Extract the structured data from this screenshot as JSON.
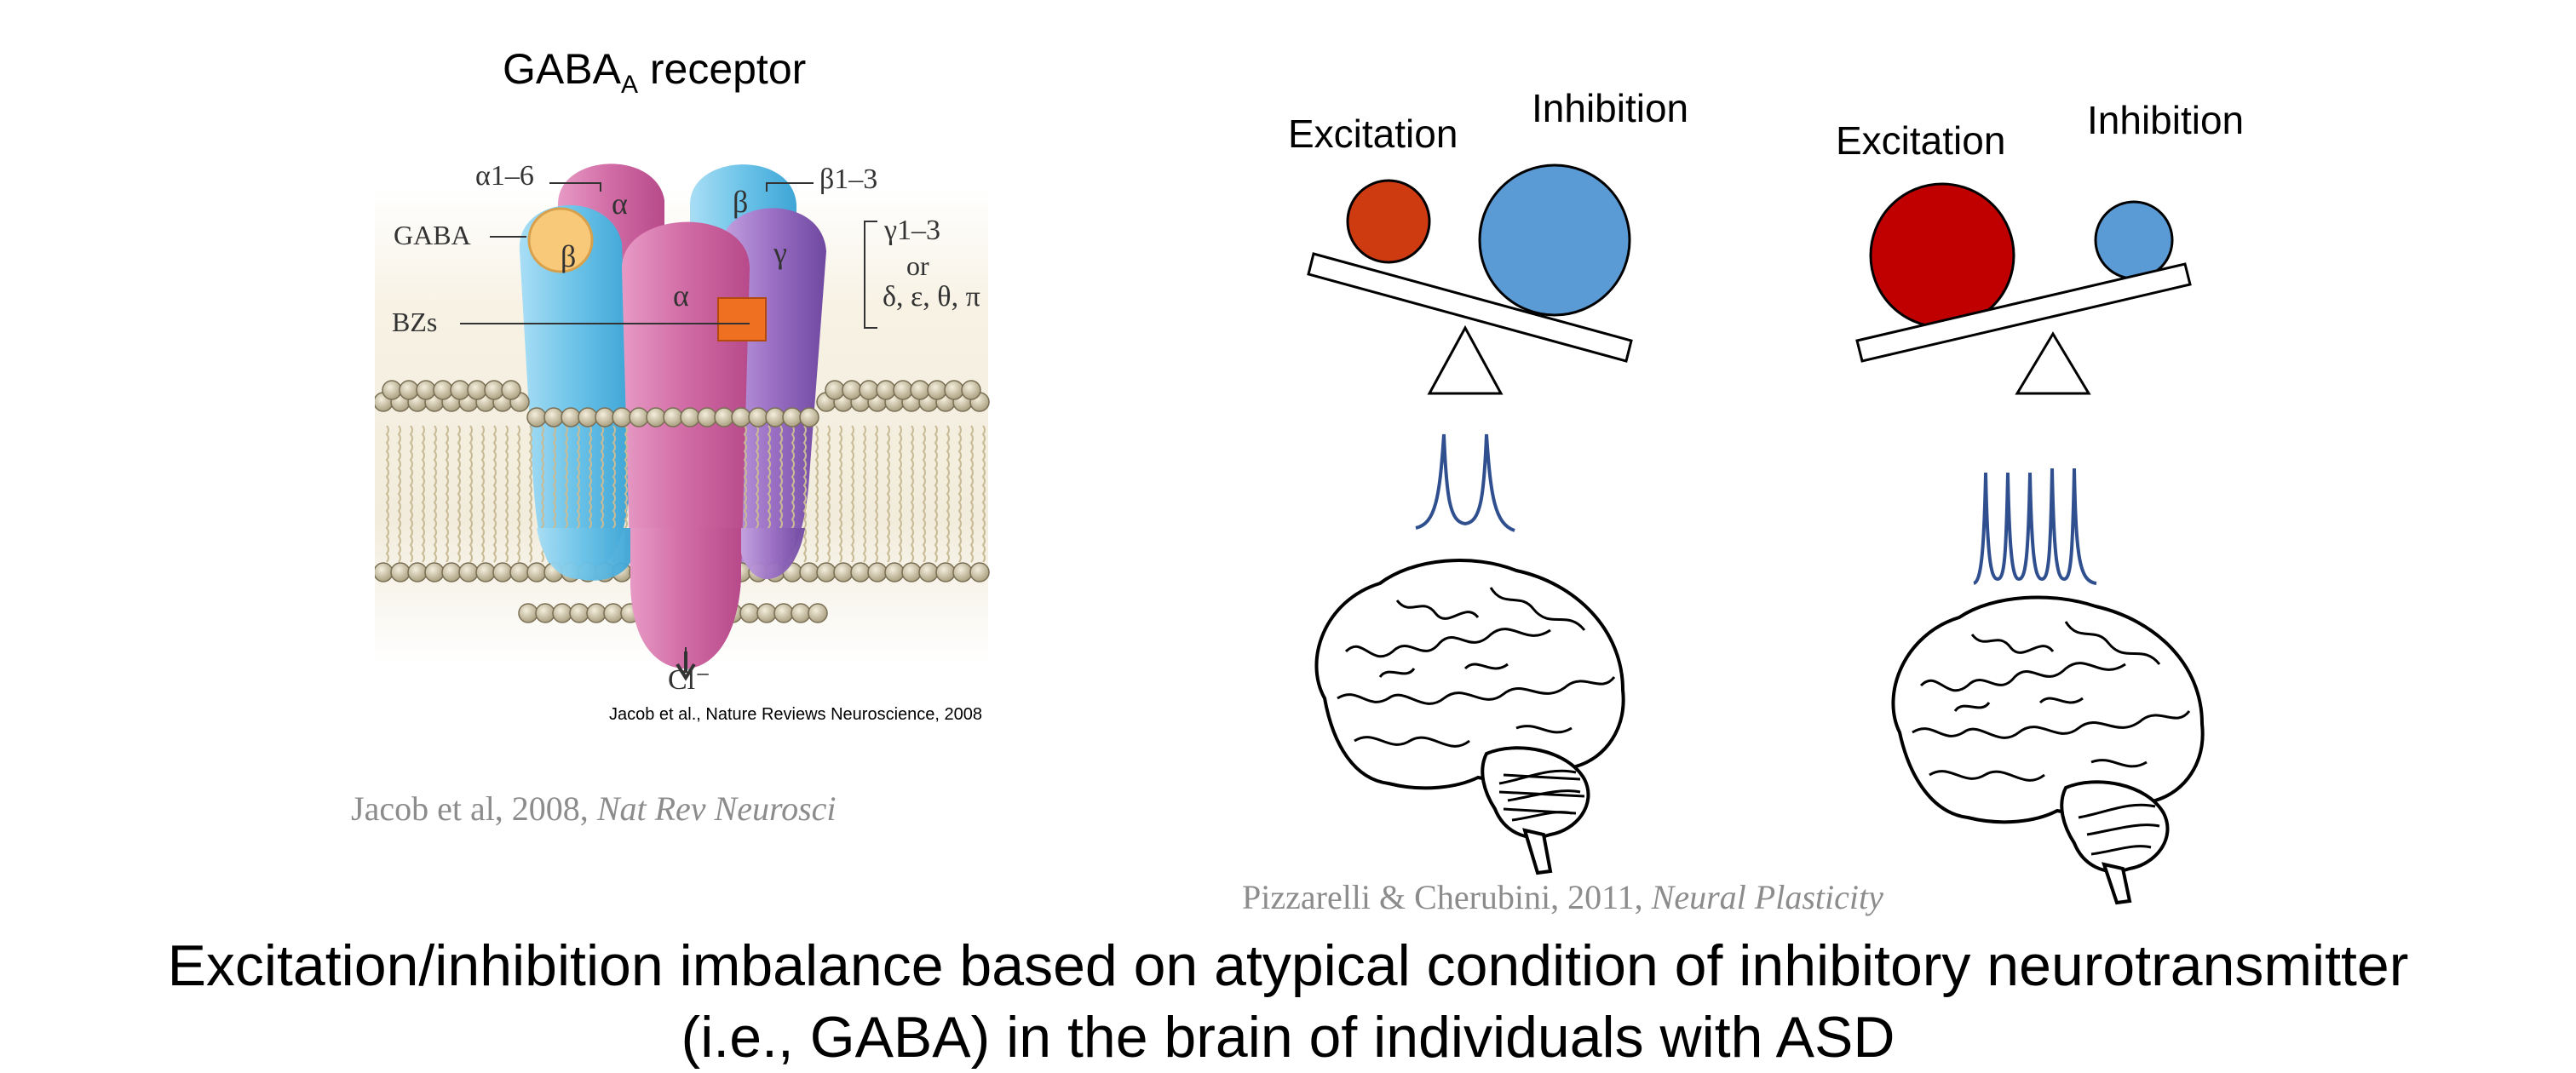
{
  "gaba_figure": {
    "title_main": "GABA",
    "title_sub": "A",
    "title_rest": " receptor",
    "subunit_labels": {
      "alpha_range": "α1–6",
      "beta_range": "β1–3",
      "gamma_range": "γ1–3",
      "gamma_or": "or",
      "gamma_alt": "δ, ε, θ, π",
      "gaba": "GABA",
      "bzs": "BZs",
      "alpha": "α",
      "beta": "β",
      "gamma": "γ",
      "chloride": "Cl⁻"
    },
    "inner_credit": "Jacob et al., Nature Reviews Neuroscience, 2008",
    "citation_plain": "Jacob et al, 2008, ",
    "citation_italic": "Nat Rev Neurosci"
  },
  "balance_typical": {
    "excitation_label": "Excitation",
    "inhibition_label": "Inhibition"
  },
  "balance_asd": {
    "excitation_label": "Excitation",
    "inhibition_label": "Inhibition"
  },
  "balance_citation_plain": "Pizzarelli & Cherubini, 2011, ",
  "balance_citation_italic": "Neural Plasticity",
  "caption": {
    "line1": "Excitation/inhibition imbalance based on atypical condition of inhibitory neurotransmitter",
    "line2": "(i.e., GABA) in the brain of individuals with ASD"
  },
  "colors": {
    "excitation_typical": "#cf3b10",
    "excitation_asd": "#c00000",
    "inhibition": "#5b9bd5",
    "spike": "#2f4f8f",
    "alpha_subunit": "#d16ba5",
    "beta_subunit": "#6cc3e8",
    "gamma_subunit": "#9a6fc4",
    "gaba_ligand": "#f9c97a",
    "bz_site": "#f07021",
    "citation": "#8c8c8c"
  }
}
